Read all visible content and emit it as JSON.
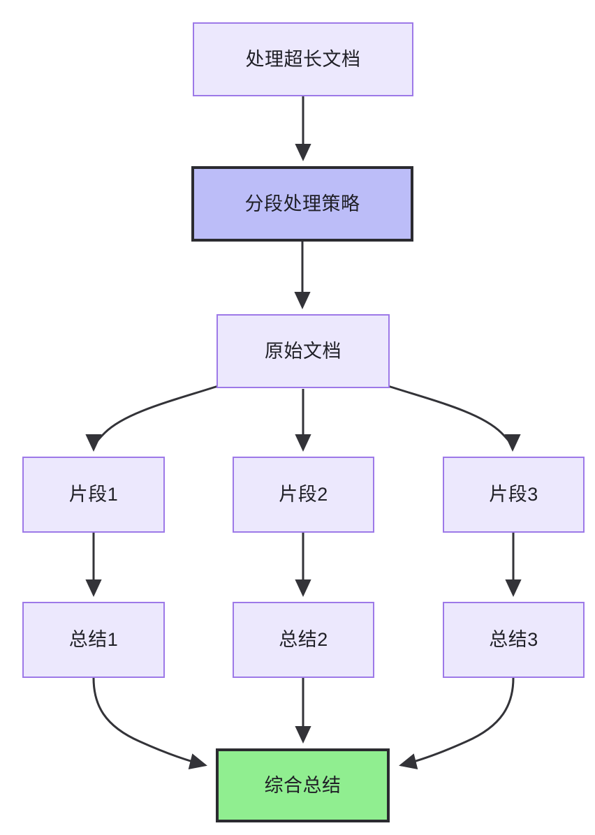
{
  "diagram": {
    "title_node": "处理超长文档",
    "direction": "top-down",
    "background": "#ffffff",
    "palette": {
      "node_fill": "#ece8fd",
      "node_border": "#9d79e8",
      "emphasis_fill": "#bcbdf8",
      "emphasis_border": "#2b2b30",
      "result_fill": "#90ee90",
      "result_border": "#2b2b30",
      "edge_color": "#333338",
      "text_color": "#1f1f26"
    },
    "nodes": [
      {
        "id": "root",
        "label": "处理超长文档",
        "style": "plain"
      },
      {
        "id": "strategy",
        "label": "分段处理策略",
        "style": "emphasis"
      },
      {
        "id": "source",
        "label": "原始文档",
        "style": "plain"
      },
      {
        "id": "chunk1",
        "label": "片段1",
        "style": "plain"
      },
      {
        "id": "chunk2",
        "label": "片段2",
        "style": "plain"
      },
      {
        "id": "chunk3",
        "label": "片段3",
        "style": "plain"
      },
      {
        "id": "summary1",
        "label": "总结1",
        "style": "plain"
      },
      {
        "id": "summary2",
        "label": "总结2",
        "style": "plain"
      },
      {
        "id": "summary3",
        "label": "总结3",
        "style": "plain"
      },
      {
        "id": "final",
        "label": "综合总结",
        "style": "result"
      }
    ],
    "edges": [
      {
        "from": "root",
        "to": "strategy",
        "shape": "straight"
      },
      {
        "from": "strategy",
        "to": "source",
        "shape": "straight"
      },
      {
        "from": "source",
        "to": "chunk1",
        "shape": "curved"
      },
      {
        "from": "source",
        "to": "chunk2",
        "shape": "straight"
      },
      {
        "from": "source",
        "to": "chunk3",
        "shape": "curved"
      },
      {
        "from": "chunk1",
        "to": "summary1",
        "shape": "straight"
      },
      {
        "from": "chunk2",
        "to": "summary2",
        "shape": "straight"
      },
      {
        "from": "chunk3",
        "to": "summary3",
        "shape": "straight"
      },
      {
        "from": "summary1",
        "to": "final",
        "shape": "curved"
      },
      {
        "from": "summary2",
        "to": "final",
        "shape": "straight"
      },
      {
        "from": "summary3",
        "to": "final",
        "shape": "curved"
      }
    ]
  }
}
